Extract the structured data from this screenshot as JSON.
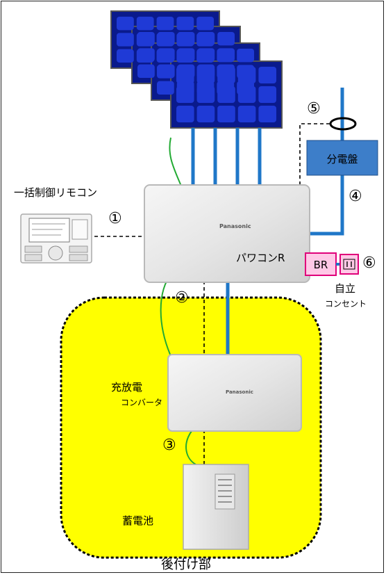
{
  "remote_label": "一括制御リモコン",
  "markers": {
    "m1": "①",
    "m2": "②",
    "m3": "③",
    "m4": "④",
    "m5": "⑤",
    "m6": "⑥"
  },
  "distribution_board": "分電盤",
  "breaker": "BR",
  "outlet_label_1": "自立",
  "outlet_label_2": "コンセント",
  "pcs_label": "パワコンR",
  "pcs_brand": "Panasonic",
  "converter_brand": "Panasonic",
  "converter_label_1": "充放電",
  "converter_label_2": "コンバータ",
  "battery_label": "蓄電池",
  "retrofit_label": "後付け部",
  "colors": {
    "panel": "#0a1a8c",
    "cell": "#1f3ad6",
    "dc_wire": "#1f77c8",
    "signal_wire": "#22aa33",
    "zone": "#ffff00",
    "board": "#3d7ec9",
    "breaker_fill": "#ffc8e6",
    "breaker_stroke": "#e0007a"
  }
}
